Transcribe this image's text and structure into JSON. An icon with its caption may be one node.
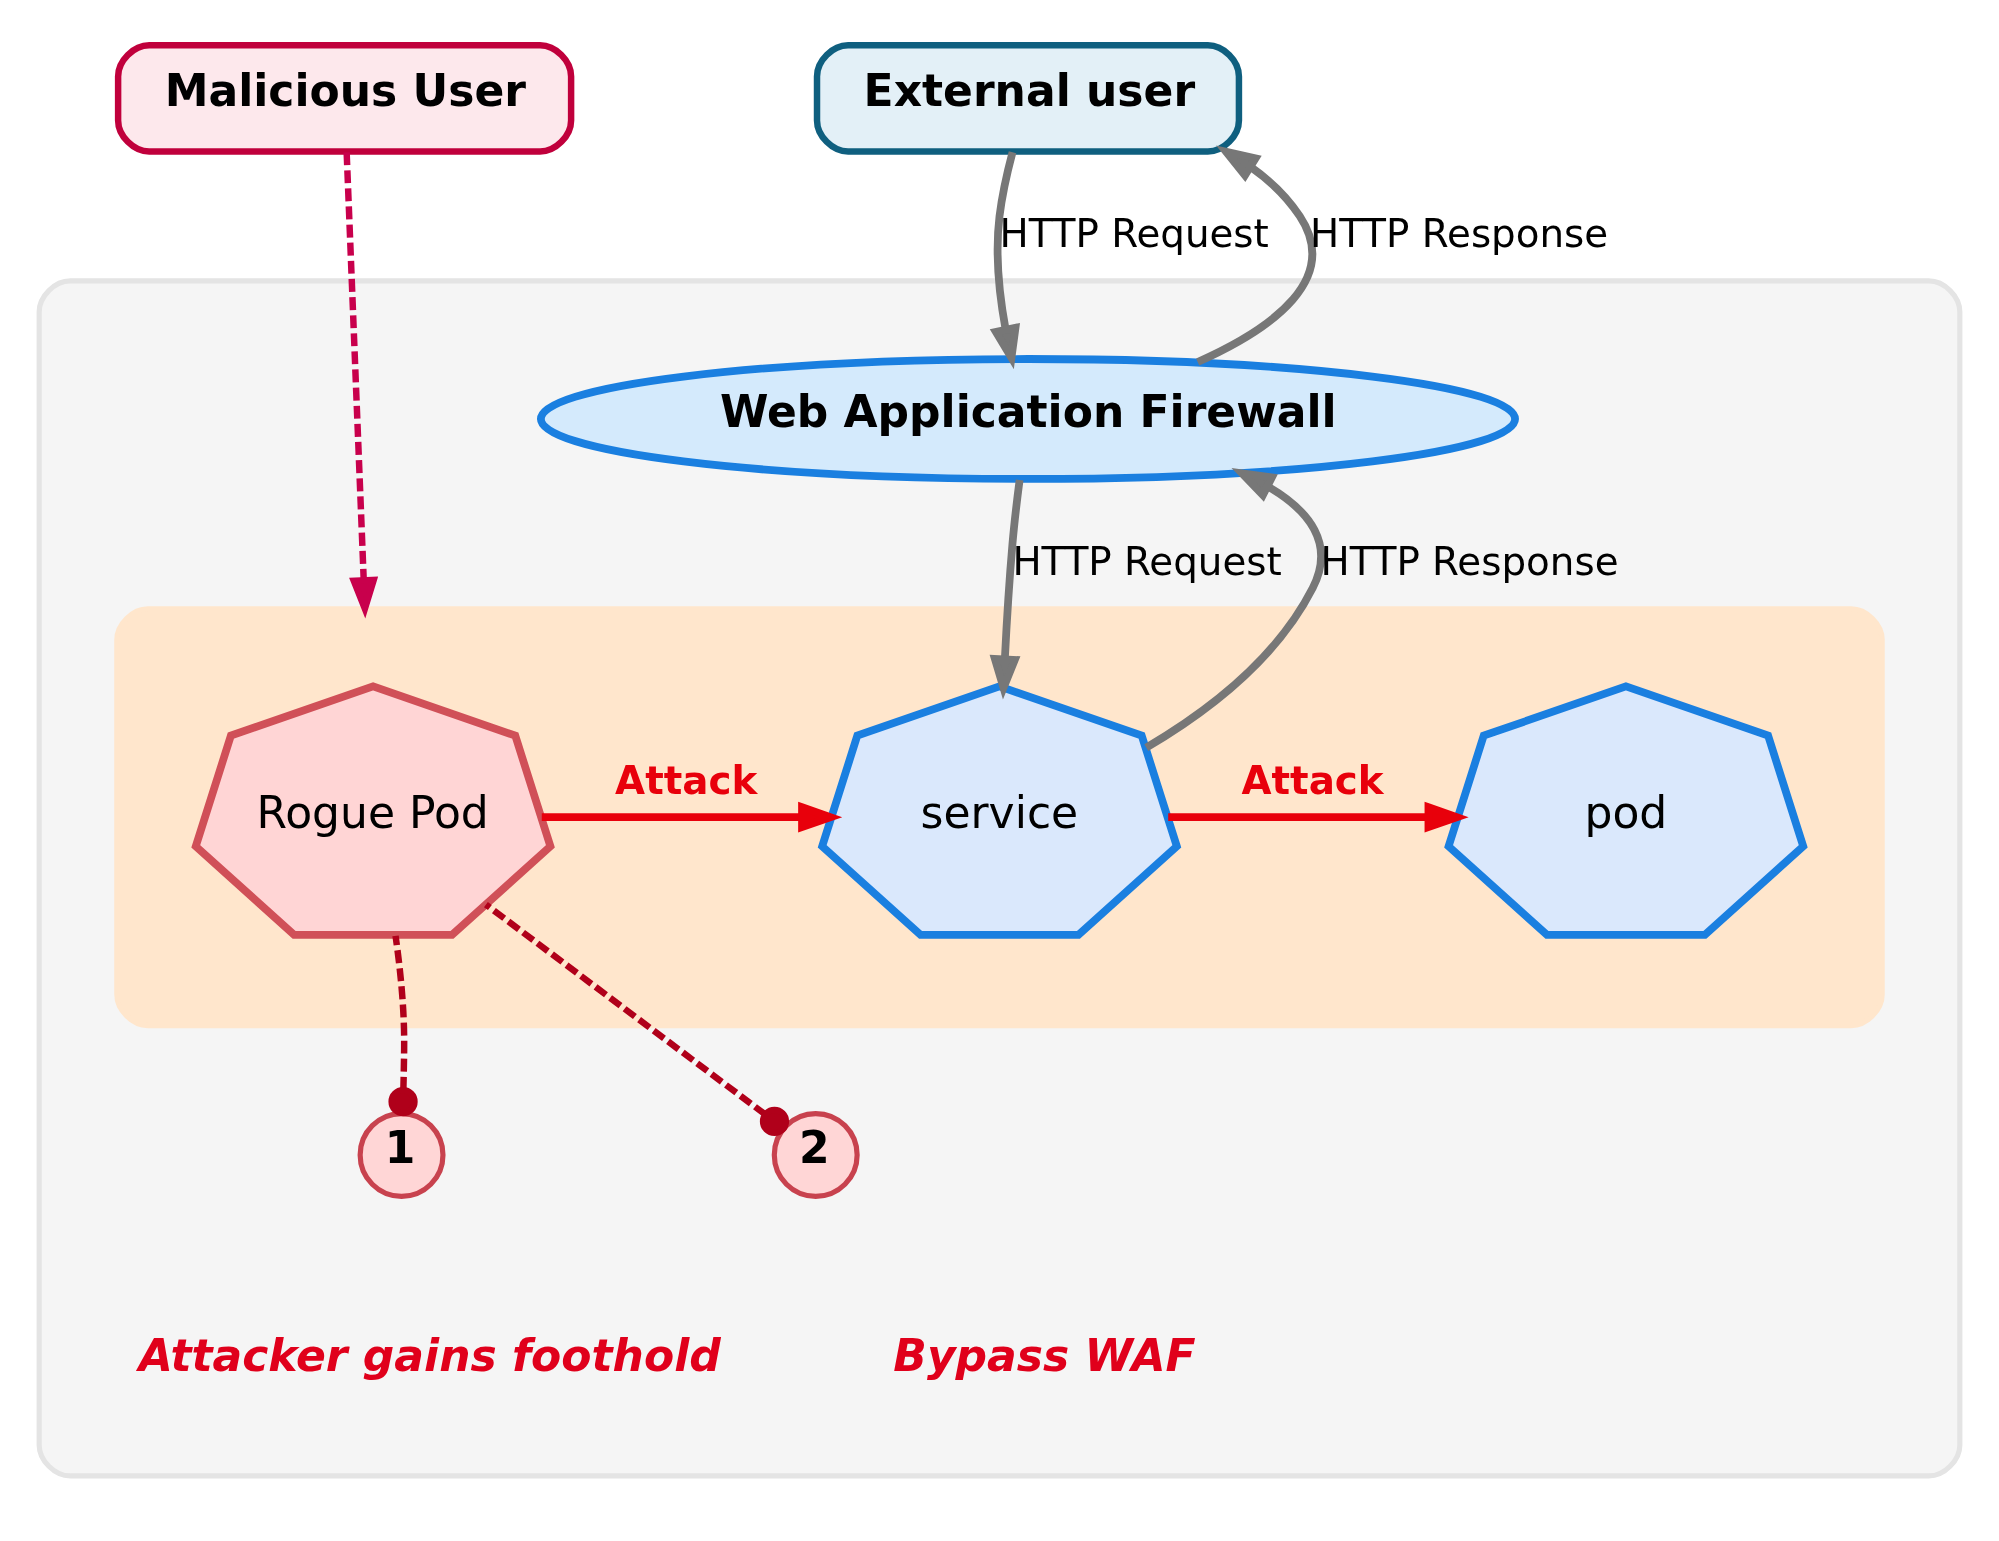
{
  "diagram": {
    "nodes": [
      {
        "text": [
          "Malicious User"
        ]
      },
      {
        "text": [
          "External user"
        ]
      },
      {
        "text": [],
        "shape": "box"
      },
      {
        "text": [
          "Web Application Firewall"
        ],
        "in": 2
      },
      {
        "text": [],
        "shape": "box",
        "in": 2
      },
      {
        "text": [
          "Rogue Pod"
        ],
        "in": 4
      },
      {
        "text": [
          "service"
        ],
        "in": 4
      },
      {
        "text": [
          "pod"
        ],
        "in": 4
      },
      {
        "text": [
          "1"
        ],
        "beside": [
          "Attacker gains foothold"
        ],
        "in": 2
      },
      {
        "text": [
          "2"
        ],
        "beside": [
          "Bypass WAF"
        ],
        "in": 2
      }
    ],
    "edges": [
      {
        "from": 0,
        "to": 4,
        "arrow": "to",
        "style": "dashed",
        "color": "#c8004c"
      },
      {
        "from": 3,
        "to": 1,
        "arrow": "to",
        "label": "HTTP Response"
      },
      {
        "from": 1,
        "to": 3,
        "arrow": "to",
        "label": "HTTP Request"
      },
      {
        "from": 6,
        "to": 3,
        "arrow": "to",
        "label": "HTTP Response"
      },
      {
        "from": 3,
        "to": 6,
        "arrow": "to",
        "label": "HTTP Request"
      },
      {
        "from": 5,
        "to": 6,
        "arrow": "to",
        "label": "Attack",
        "color": "#e8000b"
      },
      {
        "from": 6,
        "to": 7,
        "arrow": "to",
        "label": "Attack",
        "color": "#e8000b"
      },
      {
        "from": 8,
        "to": 5,
        "arrow": "other",
        "style": "dashed",
        "color": "#b0001a"
      },
      {
        "from": 9,
        "to": 5,
        "arrow": "other",
        "style": "dashed",
        "color": "#b0001a"
      }
    ]
  }
}
